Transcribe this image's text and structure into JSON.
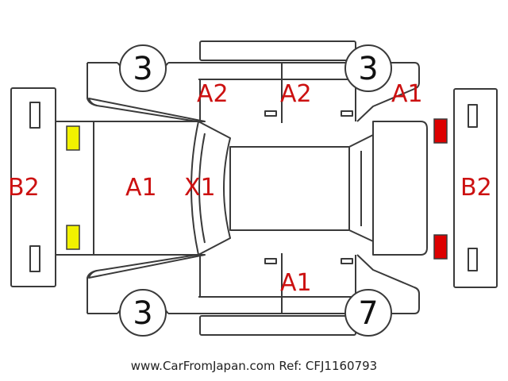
{
  "colors": {
    "outline": "#3a3a3a",
    "label": "#cc1111",
    "warning_light": "#f2f200",
    "tail_light": "#dd0000"
  },
  "labels": {
    "bumper_front": "B2",
    "bumper_rear": "B2",
    "hood": "A1",
    "windshield": "X1",
    "front_door_top": "A2",
    "rear_door_top": "A2",
    "rear_fender_top": "A1",
    "rear_door_bottom": "A1"
  },
  "tires": {
    "front_top": "3",
    "rear_top": "3",
    "front_bottom": "3",
    "rear_bottom": "7"
  },
  "footer": {
    "text": "www.CarFromJapan.com Ref: CFJ1160793"
  }
}
